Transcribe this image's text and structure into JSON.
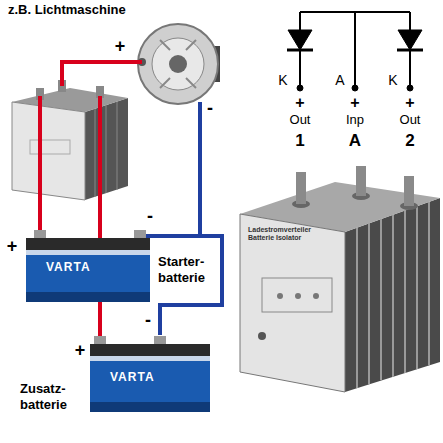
{
  "diagram": {
    "nodes": [
      {
        "text": [
          "z.B. Lichtmaschine"
        ]
      },
      {
        "text": [
          "VARTA",
          "Starter- batterie"
        ]
      },
      {
        "text": [
          "VARTA",
          "Zusatz- batterie"
        ]
      },
      {
        "text": [
          "Ladestromverteiler Batterie Isolator"
        ]
      }
    ],
    "edges": [
      {
        "from": 0,
        "to": 1,
        "arrow": "none"
      },
      {
        "from": 0,
        "to": 2,
        "arrow": "none"
      }
    ],
    "labels": [
      "+",
      "-",
      "+",
      "-",
      "+",
      "-",
      "K",
      "A",
      "K",
      "+",
      "+",
      "+",
      "Out",
      "Inp",
      "Out",
      "1",
      "A",
      "2"
    ]
  }
}
